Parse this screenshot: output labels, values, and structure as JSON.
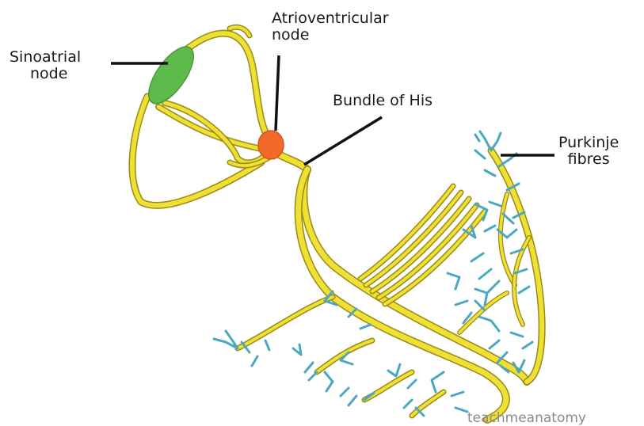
{
  "labels": {
    "sa_node_1": "Sinoatrial",
    "sa_node_2": "node",
    "av_node_1": "Atrioventricular",
    "av_node_2": "node",
    "bundle": "Bundle of His",
    "purkinje_1": "Purkinje",
    "purkinje_2": "fibres"
  },
  "watermark": "teachmeanatomy",
  "colors": {
    "sa_node": "#5cbb4a",
    "av_node": "#f26a2a",
    "conduction_pathway": "#efe035",
    "purkinje_fibres": "#4aa8c0",
    "leader_lines": "#111111"
  }
}
